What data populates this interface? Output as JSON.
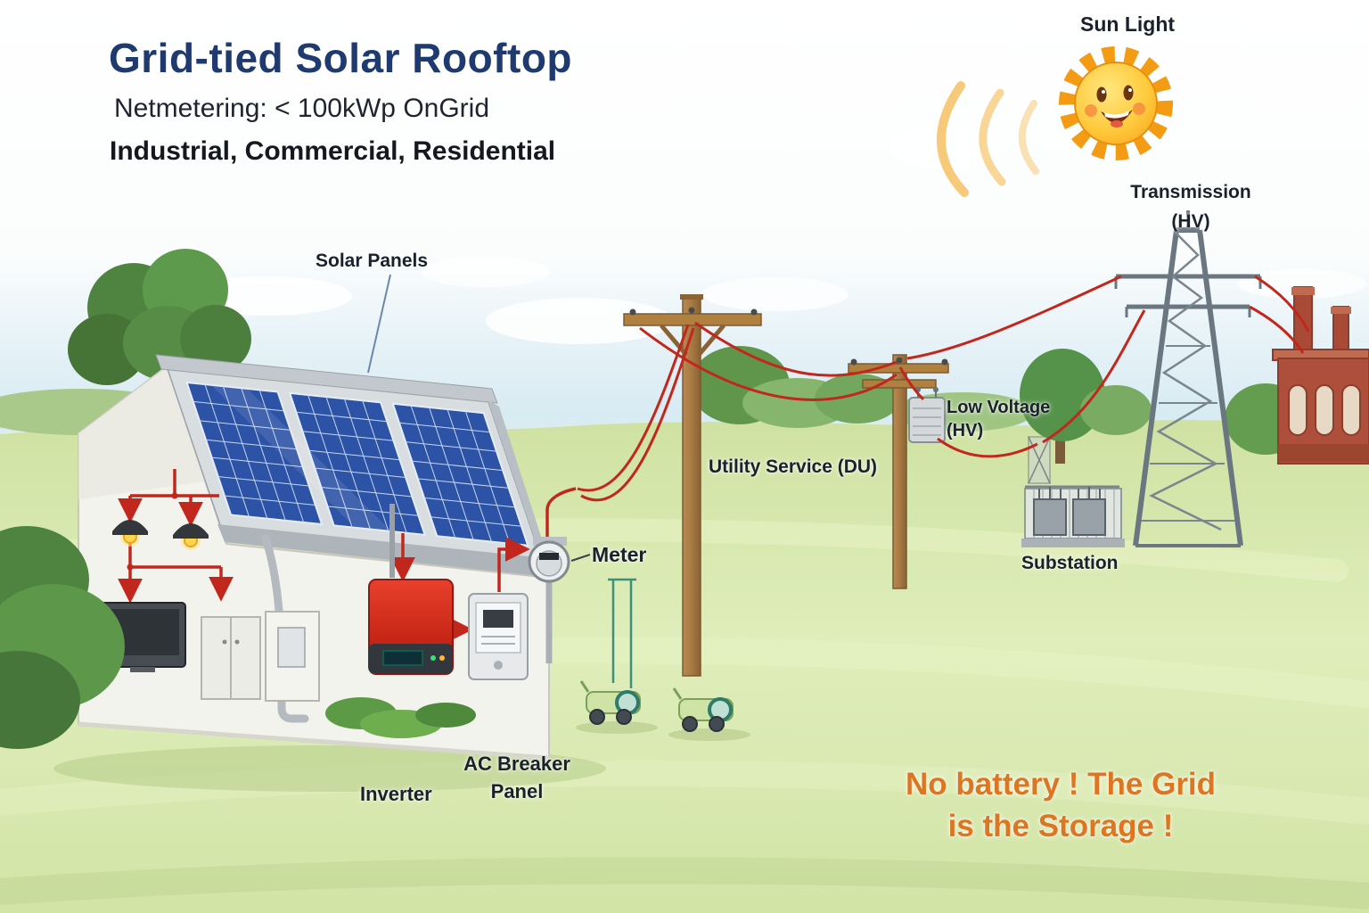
{
  "header": {
    "title": "Grid-tied Solar Rooftop",
    "subtitle1": "Netmetering: < 100kWp OnGrid",
    "subtitle2": "Industrial, Commercial, Residential"
  },
  "labels": {
    "sun_light": "Sun Light",
    "solar_panels": "Solar Panels",
    "transmission1": "Transmission",
    "transmission2": "(HV)",
    "utility_service": "Utility Service (DU)",
    "low_voltage1": "Low Voltage",
    "low_voltage2": "(HV)",
    "meter": "Meter",
    "substation": "Substation",
    "ac_breaker1": "AC Breaker",
    "ac_breaker2": "Panel",
    "inverter": "Inverter"
  },
  "tagline": {
    "line1": "No battery ! The Grid",
    "line2": "is the Storage !"
  },
  "colors": {
    "title": "#1e3a6e",
    "tagline": "#dd7621",
    "wire": "#c1271d",
    "panel_blue": "#2d53a6",
    "label": "#1b212b",
    "grass": "#d4e6a8",
    "sky": "#d7ebf2"
  }
}
